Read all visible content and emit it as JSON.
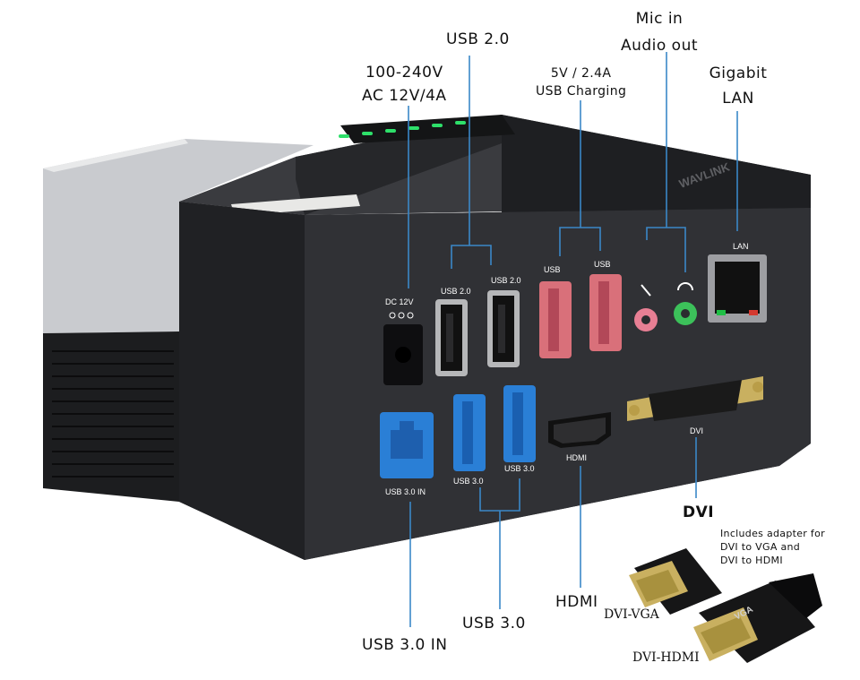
{
  "callouts": {
    "power": [
      "100-240V",
      "AC 12V/4A"
    ],
    "usb2": "USB 2.0",
    "charging": [
      "5V / 2.4A",
      "USB Charging"
    ],
    "audio": [
      "Mic in",
      "Audio out"
    ],
    "lan": [
      "Gigabit",
      "LAN"
    ],
    "dvi": "DVI",
    "hdmi": "HDMI",
    "usb3": "USB 3.0",
    "usb3in": "USB 3.0 IN",
    "adapter_note": [
      "Includes adapter for",
      "DVI to VGA and",
      "DVI to HDMI"
    ],
    "dvi_vga": "DVI-VGA",
    "dvi_hdmi": "DVI-HDMI"
  },
  "device": {
    "brand_top": "WAVLINK",
    "panel_labels": {
      "dc": "DC 12V",
      "usb2_a": "USB 2.0",
      "usb2_b": "USB 2.0",
      "usb_charge_a": "USB",
      "usb_charge_b": "USB",
      "lan": "LAN",
      "dvi": "DVI",
      "hdmi": "HDMI",
      "usb3_a": "USB 3.0",
      "usb3_b": "USB 3.0",
      "usb3_in": "USB 3.0 IN"
    },
    "adapter_vga_text": "VGA"
  },
  "colors": {
    "body": "#2b2c2f",
    "usb3_blue": "#2a7fd6",
    "charge_red": "#d9707a",
    "mic_pink": "#e87f94",
    "audio_green": "#3cc15a",
    "gold": "#c9b060",
    "callout_line": "#3a88c8",
    "led_green": "#2ee06a"
  }
}
